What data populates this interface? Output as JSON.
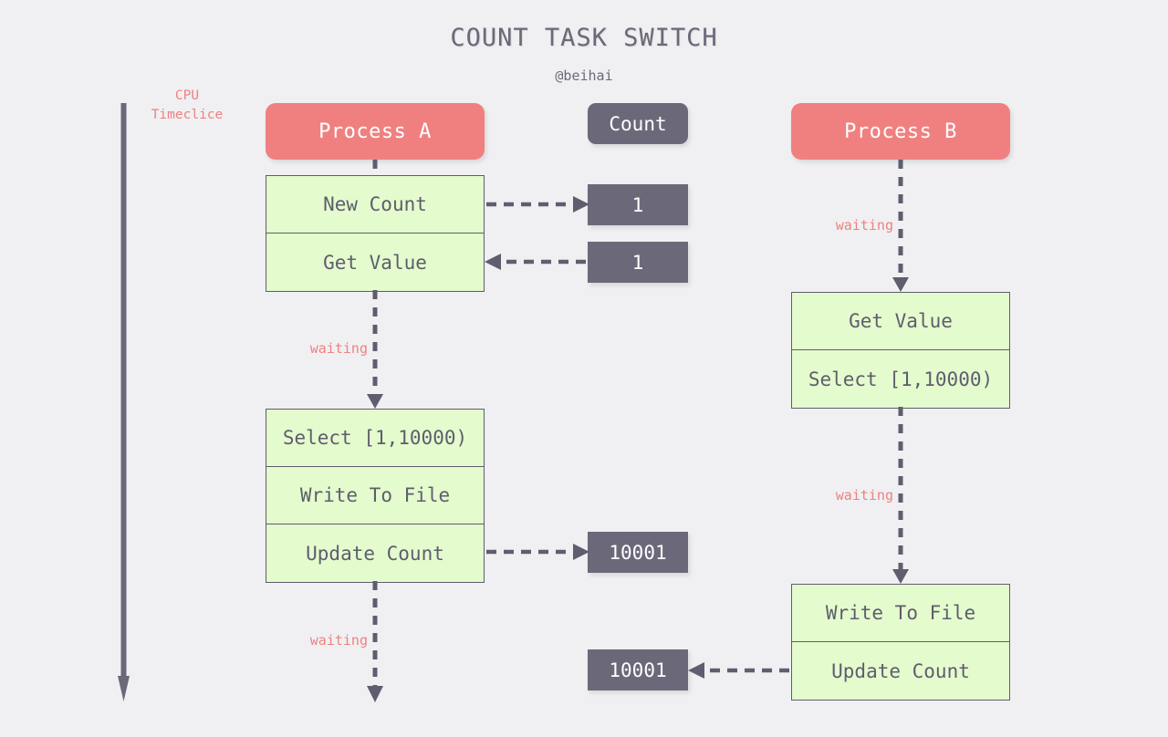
{
  "title": "COUNT TASK SWITCH",
  "author": "@beihai",
  "colors": {
    "background": "#f0f0f2",
    "accent_salmon": "#f08080",
    "dark_slate": "#6b6979",
    "step_green": "#e4fbcd",
    "text_dark": "#5f5d6e",
    "text_light": "#ffffff"
  },
  "cpu_axis": {
    "label": "CPU\nTimeclice",
    "label_line_1": "CPU",
    "label_line_2": "Timeclice",
    "direction": "down"
  },
  "columns": {
    "process_a": {
      "header": "Process A",
      "stacks": [
        {
          "id": "stack-a1",
          "steps": [
            "New Count",
            "Get Value"
          ]
        },
        {
          "id": "stack-a2",
          "steps": [
            "Select [1,10000)",
            "Write To File",
            "Update Count"
          ]
        }
      ],
      "waiting_labels": [
        "waiting",
        "waiting"
      ]
    },
    "count": {
      "header": "Count",
      "values": [
        "1",
        "1",
        "10001",
        "10001"
      ]
    },
    "process_b": {
      "header": "Process B",
      "stacks": [
        {
          "id": "stack-b1",
          "steps": [
            "Get Value",
            "Select [1,10000)"
          ]
        },
        {
          "id": "stack-b2",
          "steps": [
            "Write To File",
            "Update Count"
          ]
        }
      ],
      "waiting_labels": [
        "waiting",
        "waiting"
      ]
    }
  },
  "connections": [
    {
      "from": "process-a.new-count",
      "to": "count-value-0",
      "value": "1",
      "direction": "right",
      "style": "dashed"
    },
    {
      "from": "count-value-1",
      "to": "process-a.get-value",
      "value": "1",
      "direction": "left",
      "style": "dashed"
    },
    {
      "from": "process-a.update-count",
      "to": "count-value-2",
      "value": "10001",
      "direction": "right",
      "style": "dashed"
    },
    {
      "from": "process-b.update-count",
      "to": "count-value-3",
      "value": "10001",
      "direction": "left",
      "style": "dashed"
    }
  ]
}
